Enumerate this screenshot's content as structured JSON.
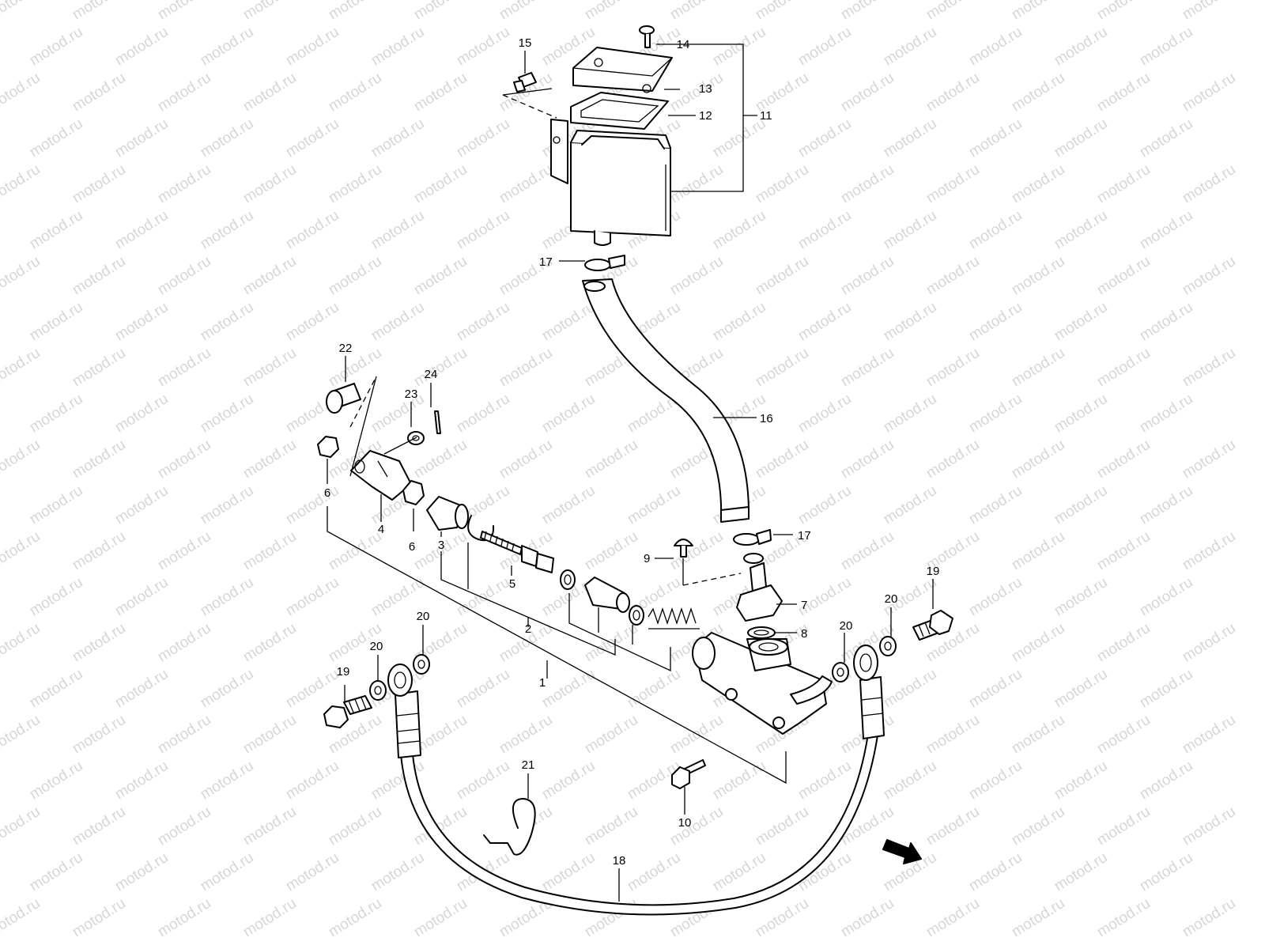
{
  "watermark": {
    "text": "motod.ru"
  },
  "callouts": [
    {
      "id": "c1",
      "text": "1"
    },
    {
      "id": "c2",
      "text": "2"
    },
    {
      "id": "c3",
      "text": "3"
    },
    {
      "id": "c4",
      "text": "4"
    },
    {
      "id": "c5",
      "text": "5"
    },
    {
      "id": "c6a",
      "text": "6"
    },
    {
      "id": "c6b",
      "text": "6"
    },
    {
      "id": "c7",
      "text": "7"
    },
    {
      "id": "c8",
      "text": "8"
    },
    {
      "id": "c9",
      "text": "9"
    },
    {
      "id": "c10",
      "text": "10"
    },
    {
      "id": "c11",
      "text": "11"
    },
    {
      "id": "c12",
      "text": "12"
    },
    {
      "id": "c13",
      "text": "13"
    },
    {
      "id": "c14",
      "text": "14"
    },
    {
      "id": "c15",
      "text": "15"
    },
    {
      "id": "c16",
      "text": "16"
    },
    {
      "id": "c17a",
      "text": "17"
    },
    {
      "id": "c17b",
      "text": "17"
    },
    {
      "id": "c18",
      "text": "18"
    },
    {
      "id": "c19a",
      "text": "19"
    },
    {
      "id": "c19b",
      "text": "19"
    },
    {
      "id": "c20a",
      "text": "20"
    },
    {
      "id": "c20b",
      "text": "20"
    },
    {
      "id": "c20c",
      "text": "20"
    },
    {
      "id": "c20d",
      "text": "20"
    },
    {
      "id": "c21",
      "text": "21"
    },
    {
      "id": "c22",
      "text": "22"
    },
    {
      "id": "c23",
      "text": "23"
    },
    {
      "id": "c24",
      "text": "24"
    }
  ],
  "fwd_label": "FWD"
}
